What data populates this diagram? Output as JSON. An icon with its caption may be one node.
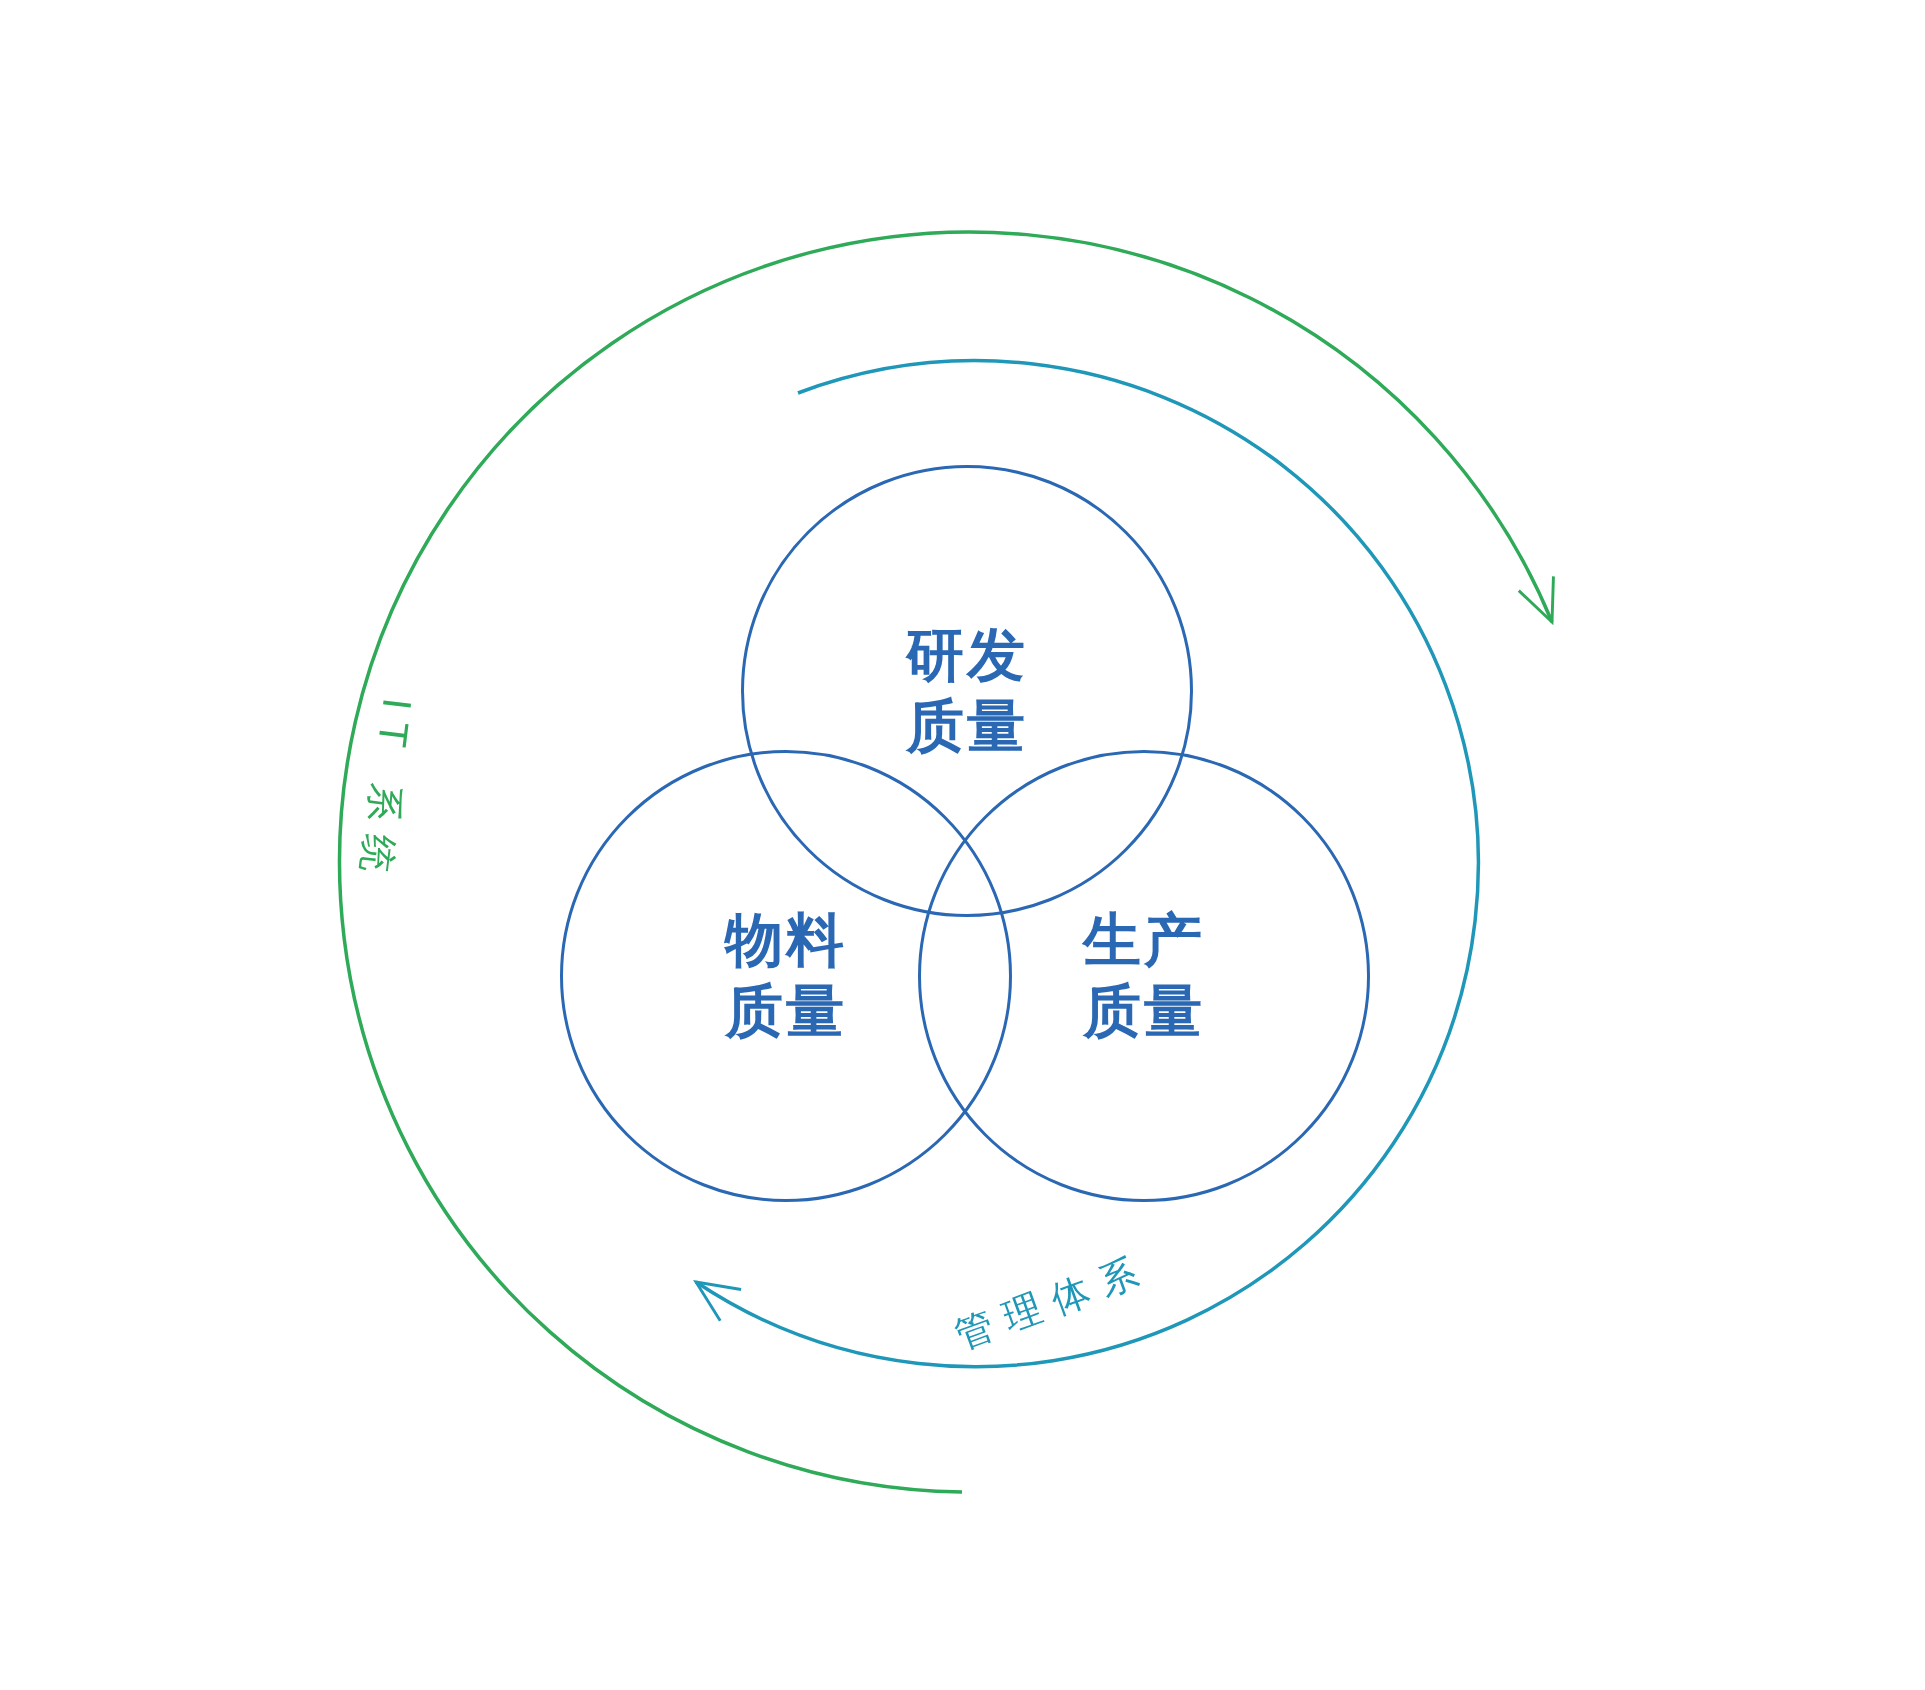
{
  "diagram": {
    "nodes": [
      {
        "text": [
          "研发质量"
        ]
      },
      {
        "text": [
          "物料质量"
        ]
      },
      {
        "text": [
          "生产质量"
        ]
      }
    ],
    "labels": [
      "IT 系统",
      "管理体系"
    ]
  }
}
